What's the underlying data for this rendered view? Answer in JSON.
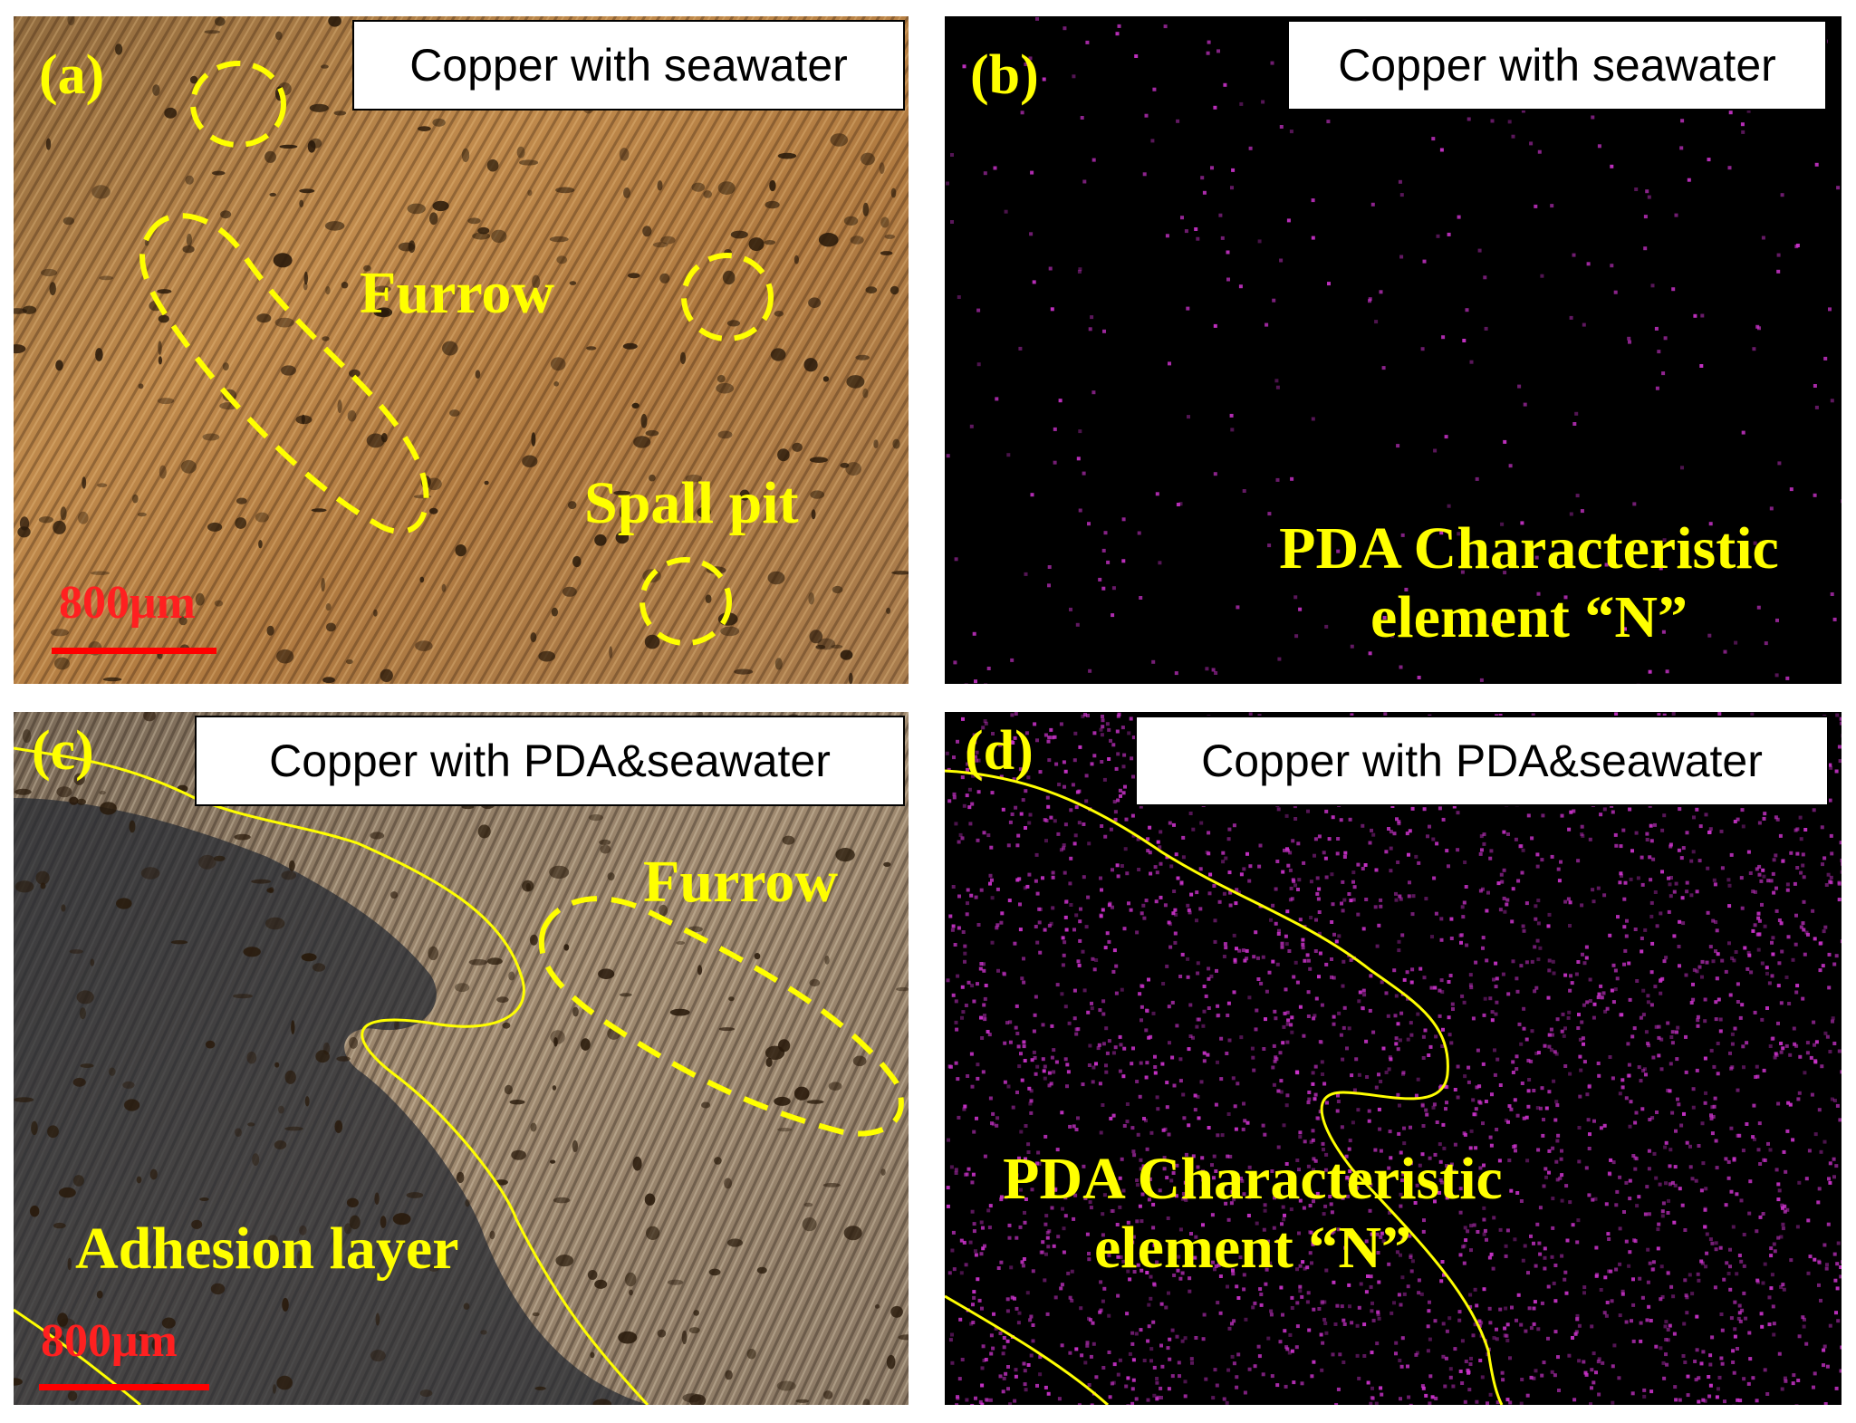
{
  "colors": {
    "annotation": "#ffff00",
    "scale_bar": "#ff0000",
    "eds_background": "#000000",
    "eds_dots": "#cc33cc",
    "copper": "#b9854a"
  },
  "panels": {
    "a": {
      "letter": "(a)",
      "caption": "Copper with seawater",
      "label_furrow": "Furrow",
      "label_spall": "Spall pit",
      "scale": "800μm"
    },
    "b": {
      "letter": "(b)",
      "caption": "Copper with seawater",
      "element_line1": "PDA Characteristic",
      "element_line2": "element “N”",
      "dot_density": 0.1
    },
    "c": {
      "letter": "(c)",
      "caption": "Copper with PDA&seawater",
      "label_furrow": "Furrow",
      "label_adhesion": "Adhesion layer",
      "scale": "800μm"
    },
    "d": {
      "letter": "(d)",
      "caption": "Copper with PDA&seawater",
      "element_line1": "PDA Characteristic",
      "element_line2": "element “N”",
      "dot_density": 1.0
    }
  }
}
